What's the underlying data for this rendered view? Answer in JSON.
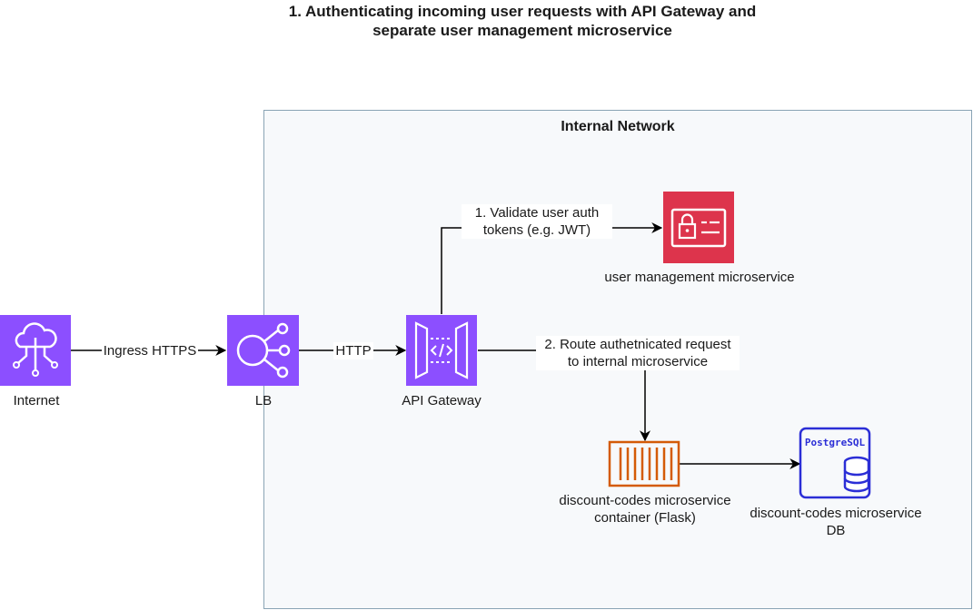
{
  "title_line1": "1. Authenticating incoming user requests with API Gateway and",
  "title_line2": "separate user management microservice",
  "network": {
    "label": "Internal Network"
  },
  "nodes": {
    "internet": "Internet",
    "lb": "LB",
    "api_gateway": "API Gateway",
    "user_mgmt": "user management microservice",
    "discount_container_line1": "discount-codes microservice",
    "discount_container_line2": "container (Flask)",
    "discount_db_line1": "discount-codes microservice",
    "discount_db_line2": "DB",
    "db_brand": "PostgreSQL"
  },
  "edges": {
    "ingress": "Ingress HTTPS",
    "http": "HTTP",
    "validate_line1": "1. Validate user auth",
    "validate_line2": "tokens (e.g. JWT)",
    "route_line1": "2. Route authetnicated request",
    "route_line2": "to internal microservice"
  },
  "icons": {
    "internet": "internet-gateway-icon",
    "lb": "load-balancer-icon",
    "api_gateway": "api-gateway-icon",
    "user_mgmt": "identity-access-icon",
    "container": "container-icon",
    "db": "postgresql-database-icon"
  },
  "colors": {
    "purple": "#8c4fff",
    "red": "#dd344c",
    "orange": "#d45b07",
    "navy": "#2b2ed6",
    "network_border": "#8aa4b5"
  }
}
